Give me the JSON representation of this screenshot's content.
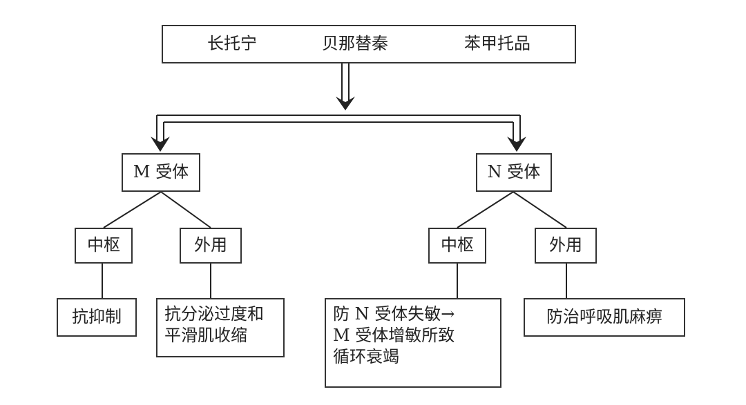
{
  "drugs": [
    "长托宁",
    "贝那替秦",
    "苯甲托品"
  ],
  "receptors": {
    "m": "M 受体",
    "n": "N 受体"
  },
  "sites": {
    "m_central": "中枢",
    "m_peripheral": "外用",
    "n_central": "中枢",
    "n_peripheral": "外用"
  },
  "effects": {
    "m_central": "抗抑制",
    "m_peripheral": [
      "抗分泌过度和",
      "平滑肌收缩"
    ],
    "n_central": [
      "防 N 受体失敏→",
      "M 受体增敏所致",
      "循环衰竭"
    ],
    "n_peripheral": "防治呼吸肌麻痹"
  }
}
